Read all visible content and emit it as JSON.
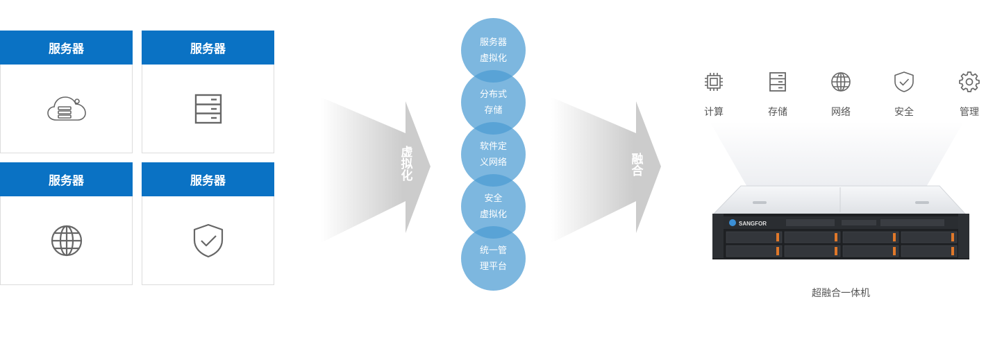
{
  "servers": [
    {
      "label": "服务器",
      "icon": "cloud-server-icon"
    },
    {
      "label": "服务器",
      "icon": "server-rack-icon"
    },
    {
      "label": "服务器",
      "icon": "globe-icon"
    },
    {
      "label": "服务器",
      "icon": "shield-check-icon"
    }
  ],
  "arrow1": {
    "chars": [
      "虚",
      "拟",
      "化"
    ]
  },
  "bubbles": [
    {
      "line1": "服务器",
      "line2": "虚拟化"
    },
    {
      "line1": "分布式",
      "line2": "存储"
    },
    {
      "line1": "软件定",
      "line2": "义网络"
    },
    {
      "line1": "安全",
      "line2": "虚拟化"
    },
    {
      "line1": "统一管",
      "line2": "理平台"
    }
  ],
  "arrow2": {
    "chars": [
      "融",
      "合"
    ]
  },
  "features": [
    {
      "label": "计算",
      "icon": "cpu-chip-icon"
    },
    {
      "label": "存储",
      "icon": "storage-icon"
    },
    {
      "label": "网络",
      "icon": "globe-icon"
    },
    {
      "label": "安全",
      "icon": "shield-check-icon"
    },
    {
      "label": "管理",
      "icon": "gear-icon"
    }
  ],
  "product": {
    "brand": "SANGFOR",
    "label": "超融合一体机"
  },
  "colors": {
    "primary_blue": "#0a72c4",
    "bubble_blue": "#4b9bd2",
    "arrow_gray": "#cccccc",
    "icon_gray": "#666666"
  }
}
